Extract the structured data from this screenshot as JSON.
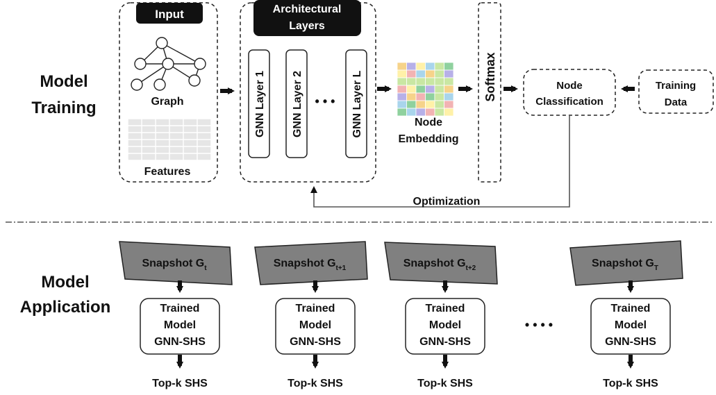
{
  "training": {
    "section_label": [
      "Model",
      "Training"
    ],
    "input_title": "Input",
    "graph_label": "Graph",
    "features_label": "Features",
    "arch_title": [
      "Architectural",
      "Layers"
    ],
    "gnn_layers": [
      "GNN Layer 1",
      "GNN Layer 2",
      "GNN Layer L"
    ],
    "layer_ellipsis": "• • •",
    "embedding_label": [
      "Node",
      "Embedding"
    ],
    "softmax_label": "Softmax",
    "node_class_label": [
      "Node",
      "Classification"
    ],
    "training_data_label": [
      "Training",
      "Data"
    ],
    "optimization_label": "Optimization",
    "embedding_colors": [
      "#f6d38a",
      "#a9d5ec",
      "#f2b3b3",
      "#fff1a8",
      "#8fd19e",
      "#b7b0e8",
      "#c9e7a3"
    ]
  },
  "application": {
    "section_label": [
      "Model",
      "Application"
    ],
    "columns": [
      {
        "snapshot_base": "Snapshot G",
        "snapshot_sub": "t",
        "model_lines": [
          "Trained",
          "Model",
          "GNN-SHS"
        ],
        "output": "Top-k SHS"
      },
      {
        "snapshot_base": "Snapshot G",
        "snapshot_sub": "t+1",
        "model_lines": [
          "Trained",
          "Model",
          "GNN-SHS"
        ],
        "output": "Top-k SHS"
      },
      {
        "snapshot_base": "Snapshot G",
        "snapshot_sub": "t+2",
        "model_lines": [
          "Trained",
          "Model",
          "GNN-SHS"
        ],
        "output": "Top-k SHS"
      },
      {
        "snapshot_base": "Snapshot G",
        "snapshot_sub": "T",
        "model_lines": [
          "Trained",
          "Model",
          "GNN-SHS"
        ],
        "output": "Top-k SHS"
      }
    ],
    "ellipsis": "• • • •"
  }
}
